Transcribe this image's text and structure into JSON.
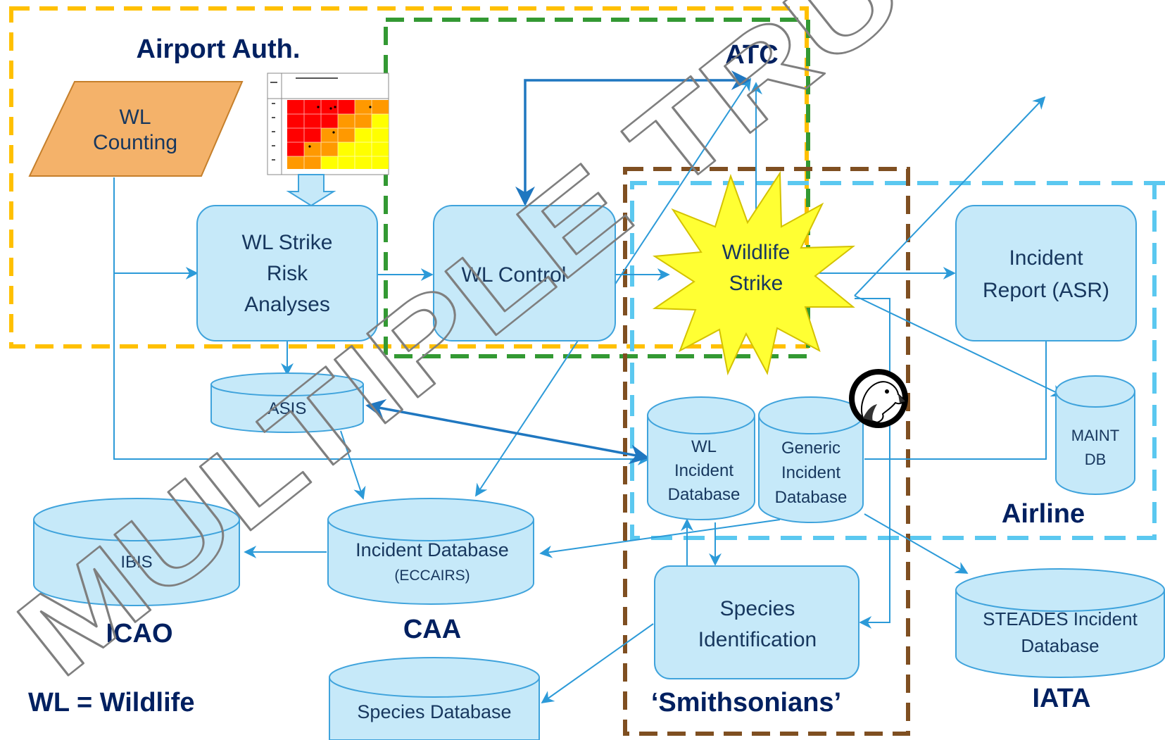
{
  "zones": {
    "airport": {
      "label": "Airport Auth.",
      "color": "#ffc000"
    },
    "atc": {
      "label": "ATC",
      "color": "#339933"
    },
    "smithsonians": {
      "label": "‘Smithsonians’",
      "color": "#7f4f21"
    },
    "airline": {
      "label": "Airline",
      "color": "#5bc8f0"
    },
    "icao": {
      "label": "ICAO"
    },
    "caa": {
      "label": "CAA"
    },
    "iata": {
      "label": "IATA"
    }
  },
  "legend": {
    "text": "WL = Wildlife"
  },
  "watermark": {
    "text": "MULTIPLE TRUTH!"
  },
  "nodes": {
    "wl_counting": {
      "line1": "WL",
      "line2": "Counting"
    },
    "risk": {
      "line1": "WL Strike",
      "line2": "Risk",
      "line3": "Analyses"
    },
    "control": {
      "line1": "WL Control"
    },
    "strike": {
      "line1": "Wildlife",
      "line2": "Strike"
    },
    "incident_report": {
      "line1": "Incident",
      "line2": "Report (ASR)"
    },
    "species_id": {
      "line1": "Species",
      "line2": "Identification"
    }
  },
  "databases": {
    "asis": {
      "line1": "ASIS"
    },
    "wl_incident": {
      "line1": "WL",
      "line2": "Incident",
      "line3": "Database"
    },
    "generic_incident": {
      "line1": "Generic",
      "line2": "Incident",
      "line3": "Database"
    },
    "maint": {
      "line1": "MAINT",
      "line2": "DB"
    },
    "ibis": {
      "line1": "IBIS"
    },
    "eccairs": {
      "line1": "Incident Database",
      "line2": "(ECCAIRS)"
    },
    "steades": {
      "line1": "STEADES Incident",
      "line2": "Database"
    },
    "species_db": {
      "line1": "Species Database"
    }
  },
  "colors": {
    "box_fill": "#c6e9f9",
    "box_stroke": "#3fa3dc",
    "arrow": "#2c9ad8",
    "arrow_dark": "#1f77c0",
    "counting_fill": "#f4b26a",
    "counting_stroke": "#c57f2b",
    "burst_fill": "#ffff33",
    "burst_stroke": "#d4c200",
    "matrix_red": "#ff0000",
    "matrix_orange": "#ff9900",
    "matrix_yellow": "#ffff00"
  },
  "icons": {
    "eagle": "eagle-head-icon",
    "matrix": "risk-matrix-icon"
  }
}
